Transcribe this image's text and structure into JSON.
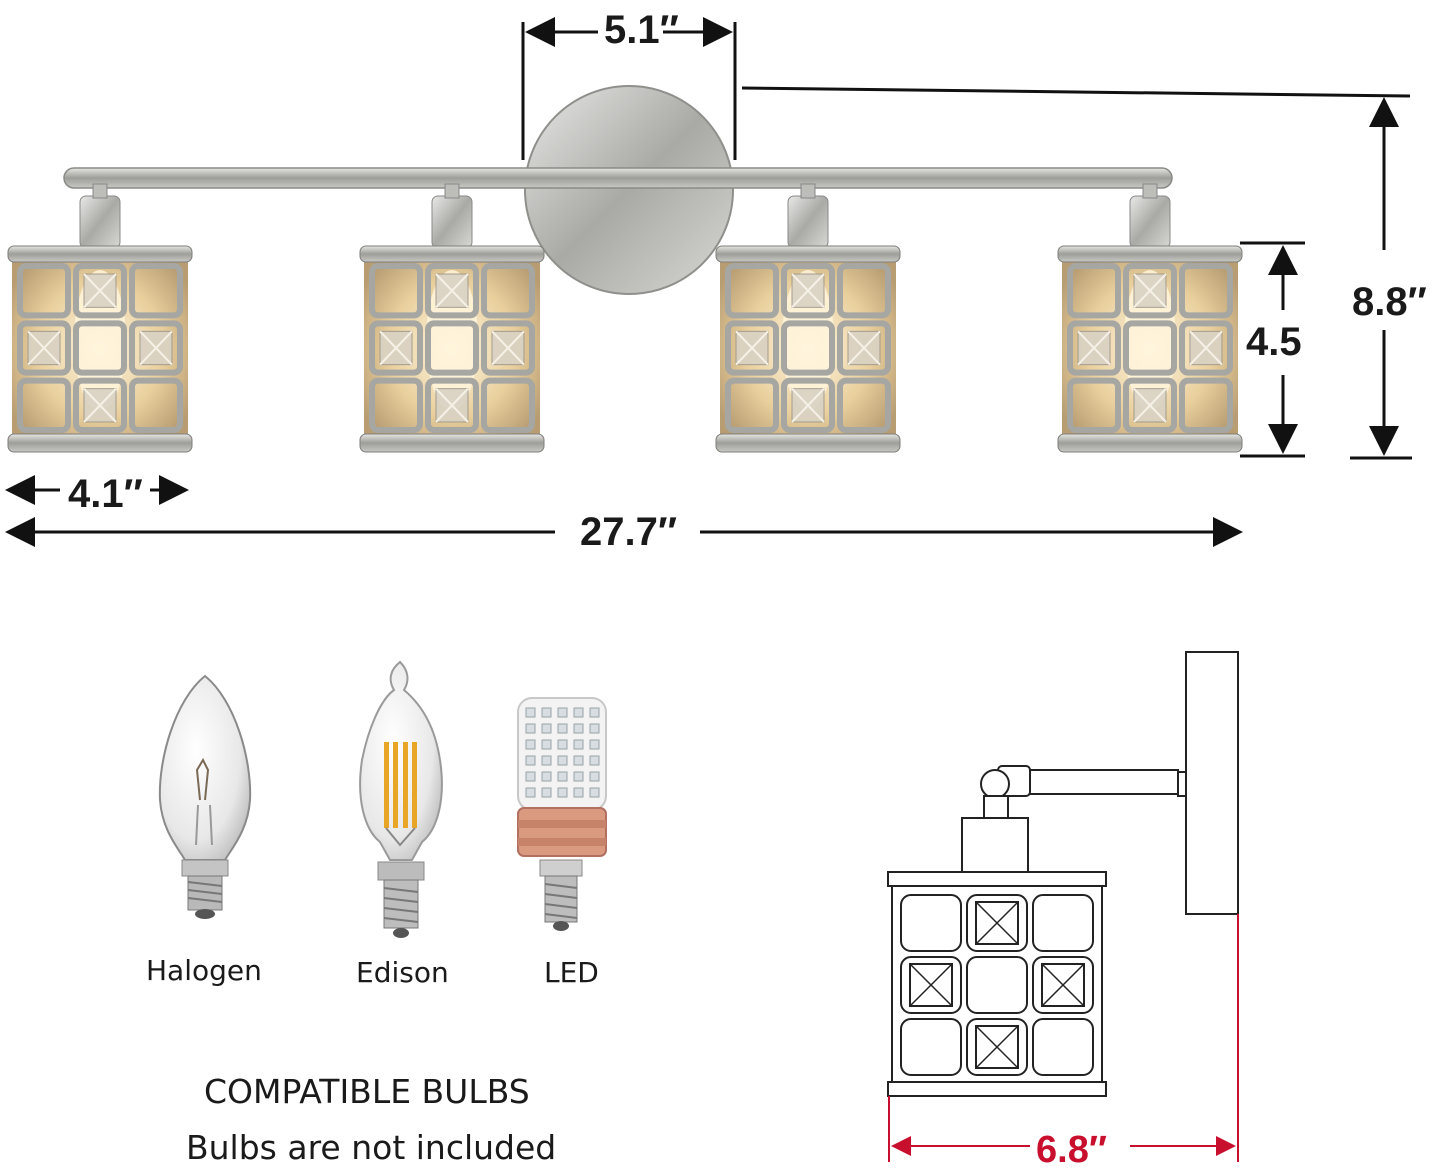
{
  "dimensions": {
    "canopy_width": "5.1″",
    "overall_height": "8.8″",
    "shade_height": "4.5",
    "shade_width": "4.1″",
    "overall_width": "27.7″",
    "extension": "6.8′′"
  },
  "bulbs": [
    {
      "label": "Halogen",
      "icon": "halogen-bulb-icon"
    },
    {
      "label": "Edison",
      "icon": "edison-bulb-icon"
    },
    {
      "label": "LED",
      "icon": "led-bulb-icon"
    }
  ],
  "caption": {
    "title": "COMPATIBLE BULBS",
    "note": "Bulbs are not included"
  },
  "colors": {
    "finish": "#b9b9b4",
    "glow": "#f2dcb0",
    "line": "#111111",
    "red_dimension": "#c8102e"
  }
}
